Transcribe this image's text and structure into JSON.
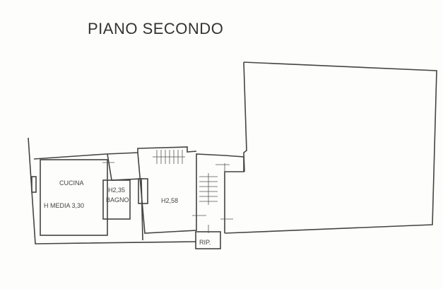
{
  "title": "PIANO SECONDO",
  "rooms": {
    "cucina": "CUCINA",
    "cucina_height": "H MEDIA 3,30",
    "bagno_height": "H2,35",
    "bagno": "BAGNO",
    "main_height": "H2,58",
    "rip": "RIP."
  }
}
